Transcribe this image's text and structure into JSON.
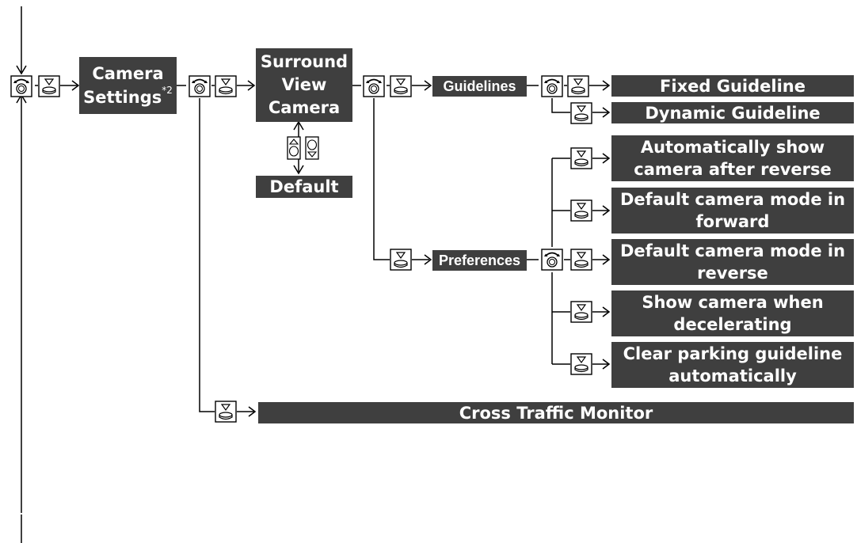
{
  "camera_settings": {
    "line1": "Camera",
    "line2": "Settings",
    "footnote": "*2"
  },
  "surround_view": {
    "line1": "Surround",
    "line2": "View",
    "line3": "Camera"
  },
  "default_label": "Default",
  "guidelines": {
    "label": "Guidelines",
    "options": [
      "Fixed Guideline",
      "Dynamic Guideline"
    ]
  },
  "preferences": {
    "label": "Preferences",
    "options": [
      {
        "line1": "Automatically show",
        "line2": "camera after reverse"
      },
      {
        "line1": "Default camera mode in",
        "line2": "forward"
      },
      {
        "line1": "Default camera mode in",
        "line2": "reverse"
      },
      {
        "line1": "Show camera when",
        "line2": "decelerating"
      },
      {
        "line1": "Clear parking guideline",
        "line2": "automatically"
      }
    ]
  },
  "cross_traffic_monitor": "Cross Traffic Monitor",
  "icons": {
    "rotate": "interface-dial-rotate-icon",
    "press": "interface-dial-press-icon",
    "move_up": "interface-dial-move-up-icon",
    "move_down": "interface-dial-move-down-icon"
  },
  "colors": {
    "box": "#3f3f3f",
    "line": "#000000",
    "background": "#ffffff"
  }
}
